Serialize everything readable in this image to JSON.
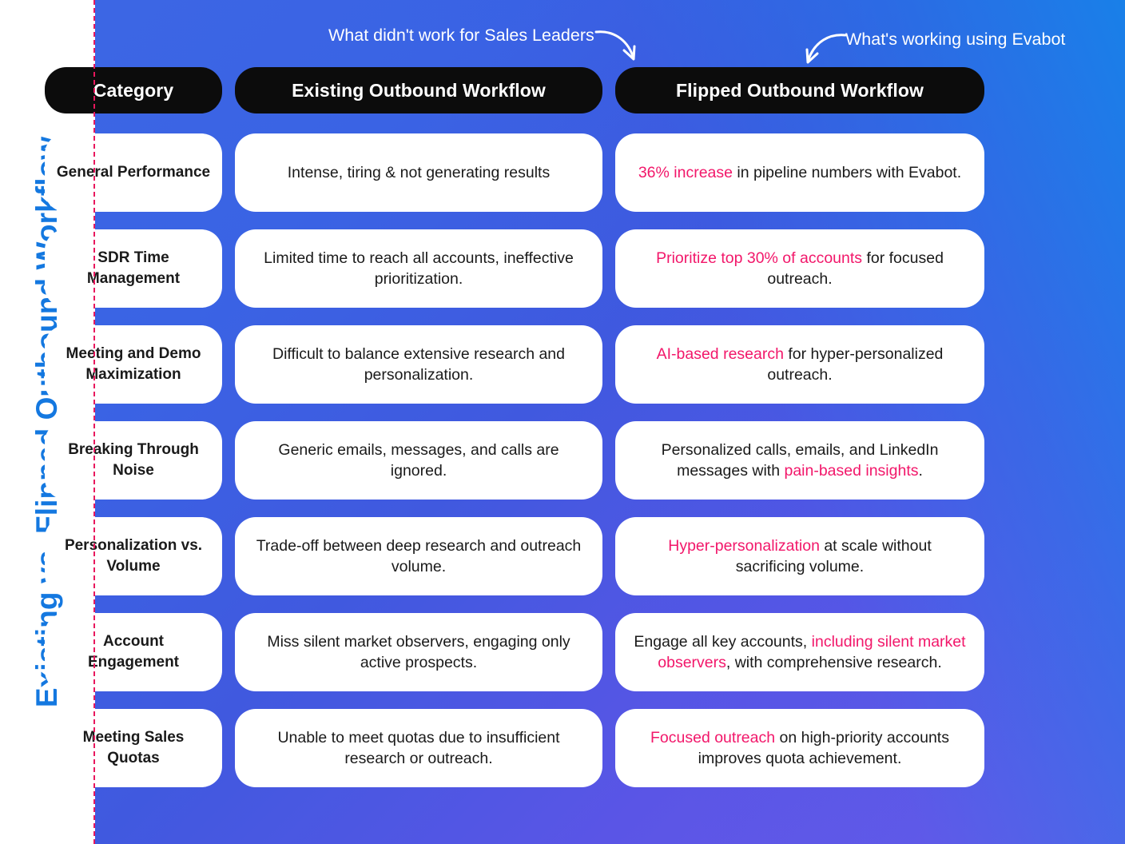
{
  "page": {
    "vertical_title": "Existing  vs. Flipped Outbound Workflow",
    "title_color": "#1478E0",
    "accent_pink": "#F2176A",
    "panel_gradient_from": "#3C66E4",
    "panel_gradient_to": "#6C5CEA",
    "header_bg": "#0C0C0C",
    "card_bg": "#FFFFFF",
    "dashed_divider_color": "#E8175D"
  },
  "annotations": {
    "left": "What didn't work for Sales Leaders",
    "right": "What's working using Evabot"
  },
  "table": {
    "headers": {
      "category": "Category",
      "existing": "Existing Outbound Workflow",
      "flipped": "Flipped Outbound Workflow"
    },
    "rows": [
      {
        "category": "General Performance",
        "existing": "Intense, tiring & not generating results",
        "flipped_parts": [
          {
            "text": "36% increase",
            "highlight": true
          },
          {
            "text": " in pipeline numbers with Evabot.",
            "highlight": false
          }
        ]
      },
      {
        "category": "SDR Time Management",
        "existing": "Limited time to reach all accounts, ineffective prioritization.",
        "flipped_parts": [
          {
            "text": "Prioritize top 30% of accounts",
            "highlight": true
          },
          {
            "text": " for focused outreach.",
            "highlight": false
          }
        ]
      },
      {
        "category": "Meeting and Demo Maximization",
        "existing": "Difficult to balance extensive research and personalization.",
        "flipped_parts": [
          {
            "text": "AI-based research",
            "highlight": true
          },
          {
            "text": " for hyper-personalized outreach.",
            "highlight": false
          }
        ]
      },
      {
        "category": "Breaking Through Noise",
        "existing": "Generic emails, messages, and calls are ignored.",
        "flipped_parts": [
          {
            "text": "Personalized calls, emails, and LinkedIn messages with ",
            "highlight": false
          },
          {
            "text": "pain-based insights",
            "highlight": true
          },
          {
            "text": ".",
            "highlight": false
          }
        ]
      },
      {
        "category": "Personalization vs. Volume",
        "existing": "Trade-off between deep research and outreach volume.",
        "flipped_parts": [
          {
            "text": "Hyper-personalization",
            "highlight": true
          },
          {
            "text": " at scale without sacrificing volume.",
            "highlight": false
          }
        ]
      },
      {
        "category": "Account Engagement",
        "existing": "Miss silent market observers, engaging only active prospects.",
        "flipped_parts": [
          {
            "text": "Engage all key accounts, ",
            "highlight": false
          },
          {
            "text": "including silent market observers",
            "highlight": true
          },
          {
            "text": ", with comprehensive research.",
            "highlight": false
          }
        ]
      },
      {
        "category": "Meeting Sales Quotas",
        "existing": "Unable to meet quotas due to insufficient research or outreach.",
        "flipped_parts": [
          {
            "text": "Focused outreach",
            "highlight": true
          },
          {
            "text": " on high-priority accounts improves quota achievement.",
            "highlight": false
          }
        ]
      }
    ]
  }
}
